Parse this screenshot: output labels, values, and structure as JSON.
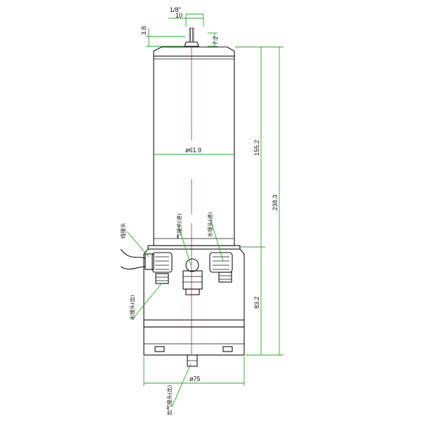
{
  "dimensions": {
    "thread": "1/8\"",
    "top_width": "10",
    "top_height": "3.8",
    "top_small": "7.2",
    "body_diameter": "ø61.9",
    "upper_length": "155.2",
    "total_length": "238.3",
    "lower_length": "83.2",
    "base_diameter": "ø75"
  },
  "labels": {
    "cable_connector": "线接头",
    "air_in": "气接头(进)",
    "water_in": "水接头(进)",
    "water_out": "水接头(出)",
    "air_outlet": "出气接头(出)"
  },
  "colors": {
    "dimension": "#22aa22",
    "centerline": "#e23b3b",
    "outline": "#111111"
  }
}
